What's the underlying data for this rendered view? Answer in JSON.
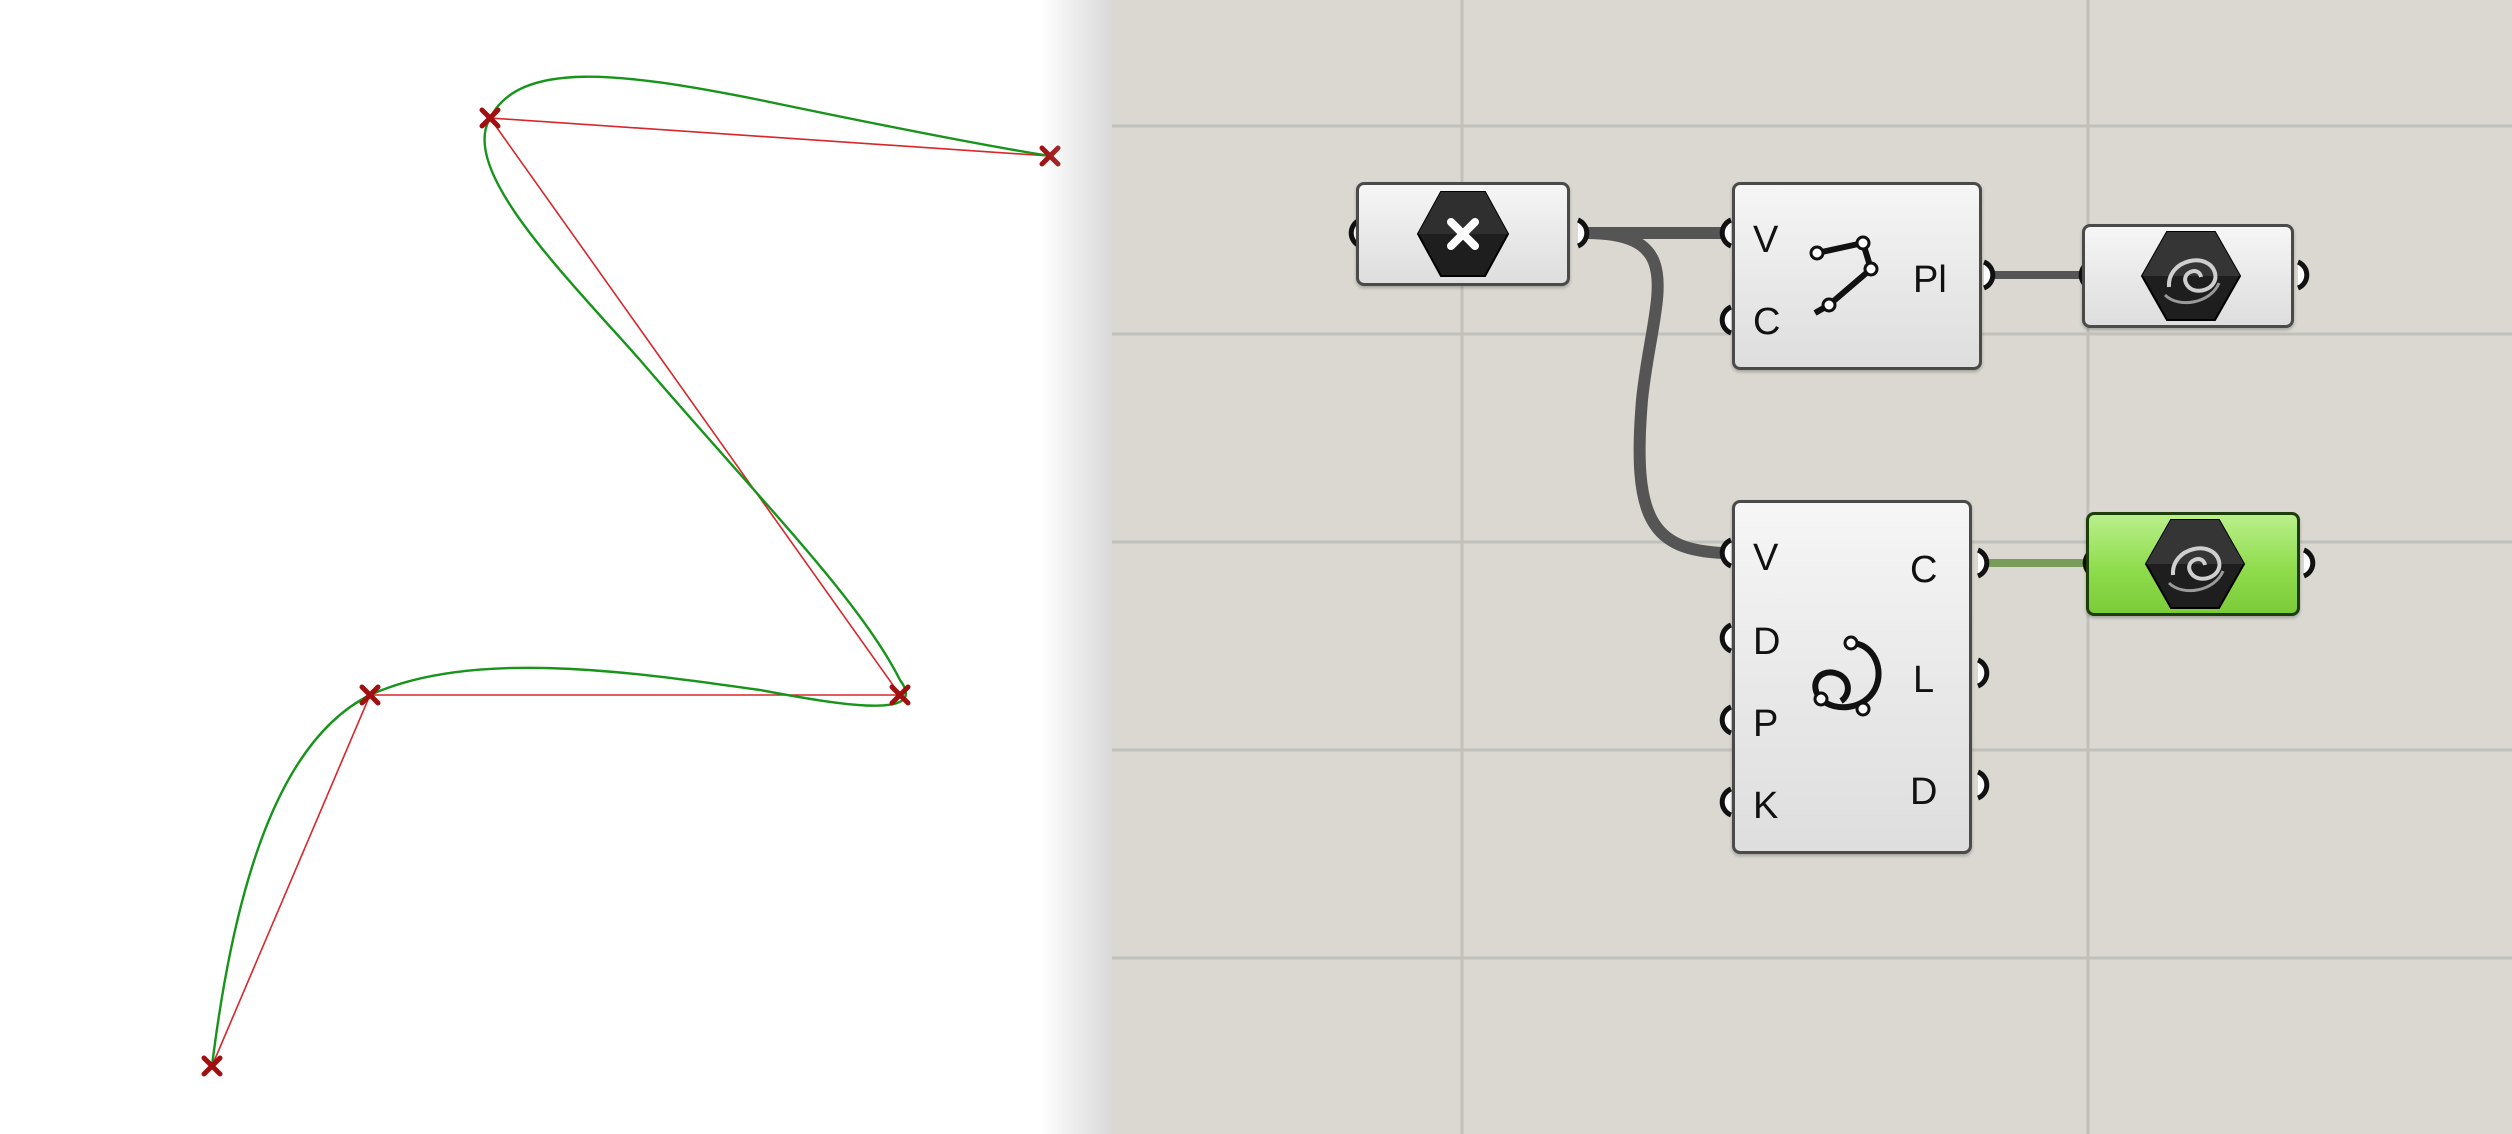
{
  "components": {
    "point_param": {
      "icon": "point-x-icon"
    },
    "polyline": {
      "icon": "polyline-icon",
      "inputs": [
        "V",
        "C"
      ],
      "outputs": [
        "Pl"
      ]
    },
    "polyline_panel": {
      "icon": "curve-param-icon"
    },
    "interpolate": {
      "icon": "interpolate-curve-icon",
      "inputs": [
        "V",
        "D",
        "P",
        "K"
      ],
      "outputs": [
        "C",
        "L",
        "D"
      ]
    },
    "interpolate_panel": {
      "icon": "curve-param-icon",
      "selected": true
    }
  },
  "colors": {
    "canvas": "#dbd8d1",
    "grid": "#c2c0ba",
    "wire": "#555555",
    "wire_selected": "#7a9c5a",
    "selected_fill": "#8fdc4c",
    "curve": "#17941a",
    "polyline": "#d9262b",
    "point": "#a01010"
  }
}
